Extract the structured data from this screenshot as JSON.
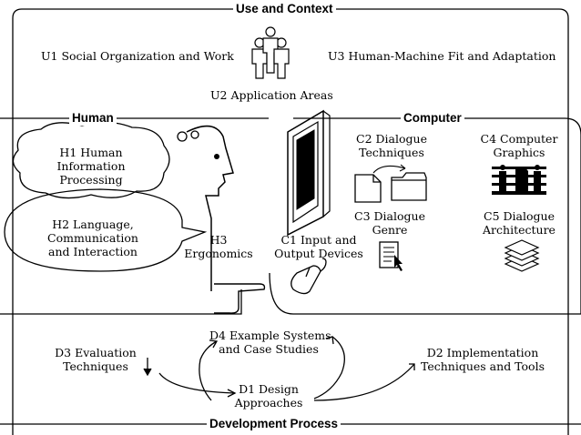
{
  "sections": {
    "use_context": "Use and Context",
    "human": "Human",
    "computer": "Computer",
    "development": "Development Process"
  },
  "use": {
    "u1": "U1 Social Organization and Work",
    "u2": "U2 Application Areas",
    "u3": "U3 Human-Machine Fit and Adaptation"
  },
  "human": {
    "h1": [
      "H1 Human",
      "Information",
      "Processing"
    ],
    "h2": [
      "H2 Language,",
      "Communication",
      "and Interaction"
    ],
    "h3": [
      "H3",
      "Ergonomics"
    ]
  },
  "computer": {
    "c1": [
      "C1 Input and",
      "Output Devices"
    ],
    "c2": [
      "C2 Dialogue",
      "Techniques"
    ],
    "c3": [
      "C3 Dialogue",
      "Genre"
    ],
    "c4": [
      "C4 Computer",
      "Graphics"
    ],
    "c5": [
      "C5 Dialogue",
      "Architecture"
    ]
  },
  "development": {
    "d1": [
      "D1 Design",
      "Approaches"
    ],
    "d2": [
      "D2 Implementation",
      "Techniques and Tools"
    ],
    "d3": [
      "D3 Evaluation",
      "Techniques"
    ],
    "d4": [
      "D4 Example Systems",
      "and Case Studies"
    ]
  },
  "icons": [
    "people-icon",
    "head-profile-icon",
    "pointing-hand-icon",
    "monitor-icon",
    "document-icon",
    "folder-icon",
    "form-cursor-icon",
    "chess-graphics-icon",
    "layers-icon",
    "mouse-icon"
  ]
}
